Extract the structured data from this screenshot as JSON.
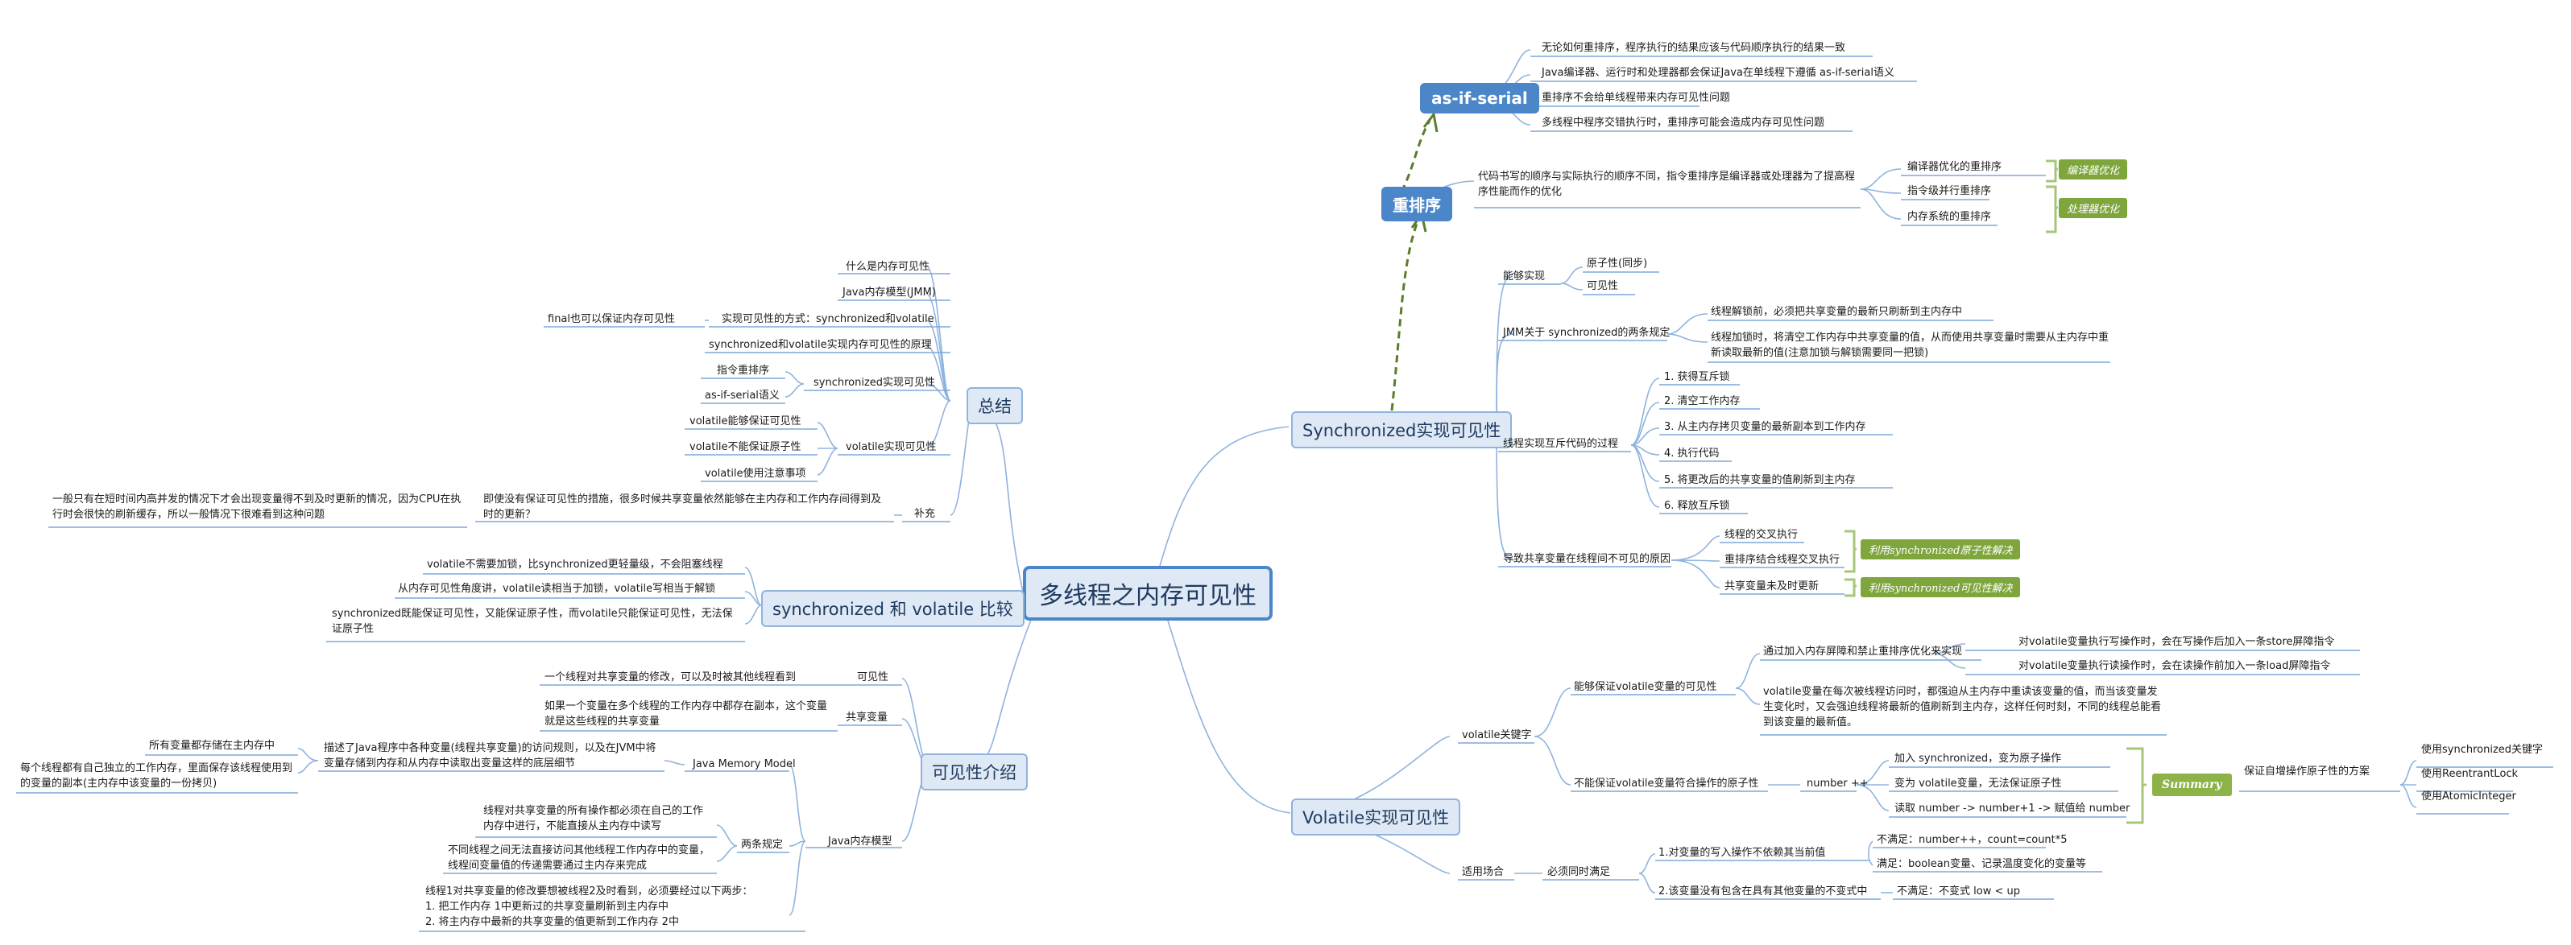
{
  "root": "多线程之内存可见性",
  "right": {
    "reorder": {
      "label": "重排序",
      "desc": "代码书写的顺序与实际执行的顺序不同，指令重排序是编译器或处理器为了提高程序性能而作的优化",
      "items": [
        "编译器优化的重排序",
        "指令级并行重排序",
        "内存系统的重排序"
      ],
      "tags": [
        "编译器优化",
        "处理器优化"
      ]
    },
    "asif": {
      "label": "as-if-serial",
      "items": [
        "无论如何重排序，程序执行的结果应该与代码顺序执行的结果一致",
        "Java编译器、运行时和处理器都会保证Java在单线程下遵循 as-if-serial语义",
        "重排序不会给单线程带来内存可见性问题",
        "多线程中程序交错执行时，重排序可能会造成内存可见性问题"
      ]
    },
    "sync": {
      "label": "Synchronized实现可见性",
      "can": {
        "label": "能够实现",
        "items": [
          "原子性(同步)",
          "可见性"
        ]
      },
      "jmm": {
        "label": "JMM关于 synchronized的两条规定",
        "items": [
          "线程解锁前，必须把共享变量的最新只刷新到主内存中",
          "线程加锁时，将清空工作内存中共享变量的值，从而使用共享变量时需要从主内存中重新读取最新的值(注意加锁与解锁需要同一把锁)"
        ]
      },
      "proc": {
        "label": "线程实现互斥代码的过程",
        "items": [
          "1. 获得互斥锁",
          "2. 清空工作内存",
          "3. 从主内存拷贝变量的最新副本到工作内存",
          "4. 执行代码",
          "5. 将更改后的共享变量的值刷新到主内存",
          "6. 释放互斥锁"
        ]
      },
      "cause": {
        "label": "导致共享变量在线程间不可见的原因",
        "items": [
          "线程的交叉执行",
          "重排序结合线程交叉执行",
          "共享变量未及时更新"
        ],
        "tags": [
          "利用synchronized原子性解决",
          "利用synchronized可见性解决"
        ]
      }
    },
    "vol": {
      "label": "Volatile实现可见性",
      "kw": "volatile关键字",
      "ensure": {
        "label": "能够保证volatile变量的可见性",
        "barrier": "通过加入内存屏障和禁止重排序优化来实现",
        "barrier_items": [
          "对volatile变量执行写操作时，会在写操作后加入一条store屏障指令",
          "对volatile变量执行读操作时，会在读操作前加入一条load屏障指令"
        ],
        "desc": "volatile变量在每次被线程访问时，都强迫从主内存中重读该变量的值，而当该变量发生变化时，又会强迫线程将最新的值刷新到主内存，这样任何时刻，不同的线程总能看到该变量的最新值。"
      },
      "notatomic": {
        "label": "不能保证volatile变量符合操作的原子性",
        "op": "number ++",
        "items": [
          "加入 synchronized，变为原子操作",
          "变为 volatile变量，无法保证原子性",
          "读取 number -> number+1 -> 赋值给 number"
        ],
        "summary": "Summary",
        "solution": "保证自增操作原子性的方案",
        "solutions": [
          "使用synchronized关键字",
          "使用ReentrantLock",
          "使用AtomicInteger"
        ]
      },
      "use": {
        "label": "适用场合",
        "must": "必须同时满足",
        "items": [
          "1.对变量的写入操作不依赖其当前值",
          "2.该变量没有包含在具有其他变量的不变式中"
        ],
        "notes": [
          "不满足：number++，count=count*5",
          "满足：boolean变量、记录温度变化的变量等",
          "不满足：不变式 low < up"
        ]
      }
    }
  },
  "left": {
    "summary": {
      "label": "总结",
      "items": [
        "什么是内存可见性",
        "Java内存模型(JMM)",
        "实现可见性的方式：synchronized和volatile",
        "synchronized和volatile实现内存可见性的原理",
        "synchronized实现可见性",
        "volatile实现可见性"
      ],
      "final_note": "final也可以保证内存可见性",
      "sync_items": [
        "指令重排序",
        "as-if-serial语义"
      ],
      "vol_items": [
        "volatile能够保证可见性",
        "volatile不能保证原子性",
        "volatile使用注意事项"
      ]
    },
    "supp": {
      "label": "补充",
      "q": "即使没有保证可见性的措施，很多时候共享变量依然能够在主内存和工作内存间得到及时的更新？",
      "a": "一般只有在短时间内高并发的情况下才会出现变量得不到及时更新的情况，因为CPU在执行时会很快的刷新缓存，所以一般情况下很难看到这种问题"
    },
    "compare": {
      "label": "synchronized 和 volatile 比较",
      "items": [
        "volatile不需要加锁，比synchronized更轻量级，不会阻塞线程",
        "从内存可见性角度讲，volatile读相当于加锁，volatile写相当于解锁",
        "synchronized既能保证可见性，又能保证原子性，而volatile只能保证可见性，无法保证原子性"
      ]
    },
    "intro": {
      "label": "可见性介绍",
      "visible": {
        "label": "可见性",
        "desc": "一个线程对共享变量的修改，可以及时被其他线程看到"
      },
      "shared": {
        "label": "共享变量",
        "desc": "如果一个变量在多个线程的工作内存中都存在副本，这个变量就是这些线程的共享变量"
      },
      "jmm": {
        "label": "Java内存模型",
        "jmm_node": "Java Memory Model",
        "jmm_desc": "描述了Java程序中各种变量(线程共享变量)的访问规则，以及在JVM中将变量存储到内存和从内存中读取出变量这样的底层细节",
        "jmm_items": [
          "所有变量都存储在主内存中",
          "每个线程都有自己独立的工作内存，里面保存该线程使用到的变量的副本(主内存中该变量的一份拷贝)"
        ],
        "rules": {
          "label": "两条规定",
          "items": [
            "线程对共享变量的所有操作都必须在自己的工作内存中进行，不能直接从主内存中读写",
            "不同线程之间无法直接访问其他线程工作内存中的变量，线程间变量值的传递需要通过主内存来完成"
          ]
        },
        "steps": "线程1对共享变量的修改要想被线程2及时看到，必须要经过以下两步：\n1. 把工作内存 1中更新过的共享变量刷新到主内存中\n2. 将主内存中最新的共享变量的值更新到工作内存 2中"
      }
    }
  },
  "colors": {
    "line": "#7fa7d8",
    "dark": "#4a86c8",
    "green": "#7fa63d",
    "dash": "#5a7d2a"
  }
}
